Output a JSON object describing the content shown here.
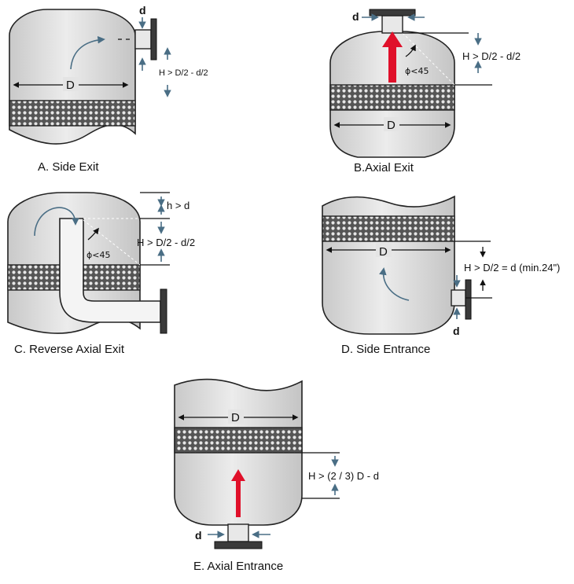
{
  "diagrams": {
    "a": {
      "caption": "A. Side Exit",
      "d": "d",
      "D": "D",
      "eq": "H > D/2 - d/2"
    },
    "b": {
      "caption": "B.Axial Exit",
      "d": "d",
      "D": "D",
      "eq": "H > D/2 - d/2",
      "phi": "ɸ<45"
    },
    "c": {
      "caption": "C. Reverse Axial Exit",
      "eq1": "h > d",
      "eq2": "H > D/2 - d/2",
      "phi": "ɸ<45"
    },
    "d": {
      "caption": "D. Side Entrance",
      "d": "d",
      "D": "D",
      "eq": "H > D/2 = d (min.24\")"
    },
    "e": {
      "caption": "E. Axial Entrance",
      "d": "d",
      "D": "D",
      "eq": "H > (2 / 3) D - d"
    }
  },
  "colors": {
    "vessel": "#d9d9d9",
    "flow_arrow": "#4a6e85",
    "gas_arrow": "#e0102a",
    "flange": "#3a3a3a"
  }
}
